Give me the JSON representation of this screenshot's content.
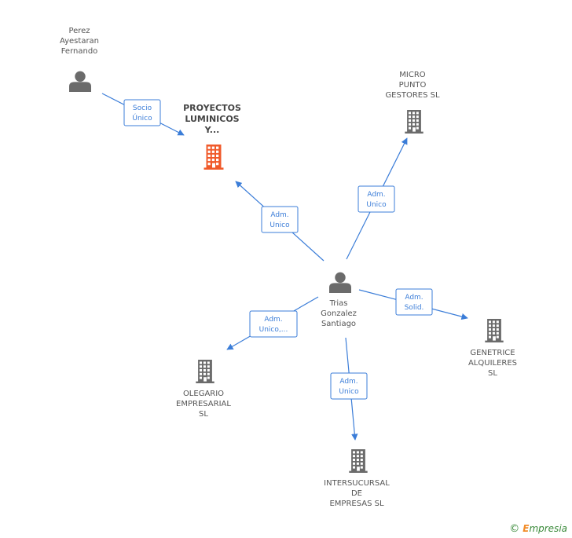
{
  "colors": {
    "accent": "#3b7dd8",
    "highlight_building": "#f05a2a",
    "building": "#6b6b6b",
    "person": "#6b6b6b"
  },
  "nodes": [
    {
      "id": "perez",
      "type": "person",
      "lines": [
        "Perez",
        "Ayestaran",
        "Fernando"
      ],
      "highlight": false
    },
    {
      "id": "proyectos",
      "type": "company",
      "lines": [
        "PROYECTOS",
        "LUMINICOS",
        "Y..."
      ],
      "highlight": true
    },
    {
      "id": "micro",
      "type": "company",
      "lines": [
        "MICRO",
        "PUNTO",
        "GESTORES SL"
      ],
      "highlight": false
    },
    {
      "id": "trias",
      "type": "person",
      "lines": [
        "Trias",
        "Gonzalez",
        "Santiago"
      ],
      "highlight": false
    },
    {
      "id": "genetrice",
      "type": "company",
      "lines": [
        "GENETRICE",
        "ALQUILERES",
        "SL"
      ],
      "highlight": false
    },
    {
      "id": "olegario",
      "type": "company",
      "lines": [
        "OLEGARIO",
        "EMPRESARIAL",
        "SL"
      ],
      "highlight": false
    },
    {
      "id": "intersucursal",
      "type": "company",
      "lines": [
        "INTERSUCURSAL",
        "DE",
        "EMPRESAS  SL"
      ],
      "highlight": false
    }
  ],
  "edges": [
    {
      "id": "perez-proyectos",
      "lines": [
        "Socio",
        "Único"
      ]
    },
    {
      "id": "trias-proyectos",
      "lines": [
        "Adm.",
        "Unico"
      ]
    },
    {
      "id": "trias-micro",
      "lines": [
        "Adm.",
        "Unico"
      ]
    },
    {
      "id": "trias-genetrice",
      "lines": [
        "Adm.",
        "Solid."
      ]
    },
    {
      "id": "trias-olegario",
      "lines": [
        "Adm.",
        "Unico,..."
      ]
    },
    {
      "id": "trias-intersucursal",
      "lines": [
        "Adm.",
        "Unico"
      ]
    }
  ],
  "footer": {
    "copyright": "©",
    "brand_initial": "E",
    "brand_rest": "mpresia"
  }
}
